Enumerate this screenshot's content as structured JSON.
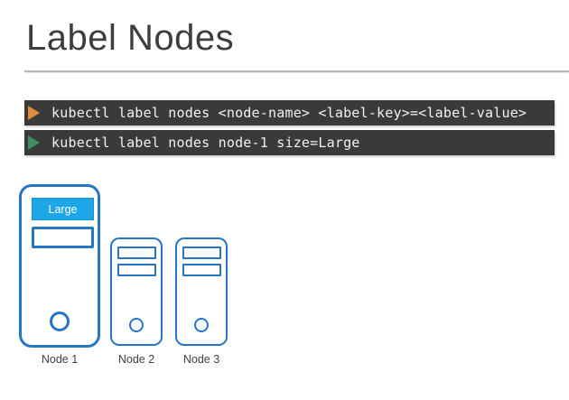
{
  "slide": {
    "title": "Label Nodes"
  },
  "terminal": {
    "background_color": "#3a3a3a",
    "text_color": "#f2f2f2",
    "lines": [
      {
        "prompt_icon": "play-arrow-icon",
        "prompt_color": "#de8c3e",
        "text": "kubectl label nodes <node-name> <label-key>=<label-value>"
      },
      {
        "prompt_icon": "play-arrow-icon",
        "prompt_color": "#3f8f65",
        "text": "kubectl label nodes node-1 size=Large"
      }
    ]
  },
  "diagram": {
    "stroke_color": "#2776c6",
    "badge": {
      "label": "Large",
      "fill_color": "#1ea7e8",
      "text_color": "#ffffff"
    },
    "nodes": [
      {
        "label": "Node 1"
      },
      {
        "label": "Node 2"
      },
      {
        "label": "Node 3"
      }
    ]
  }
}
